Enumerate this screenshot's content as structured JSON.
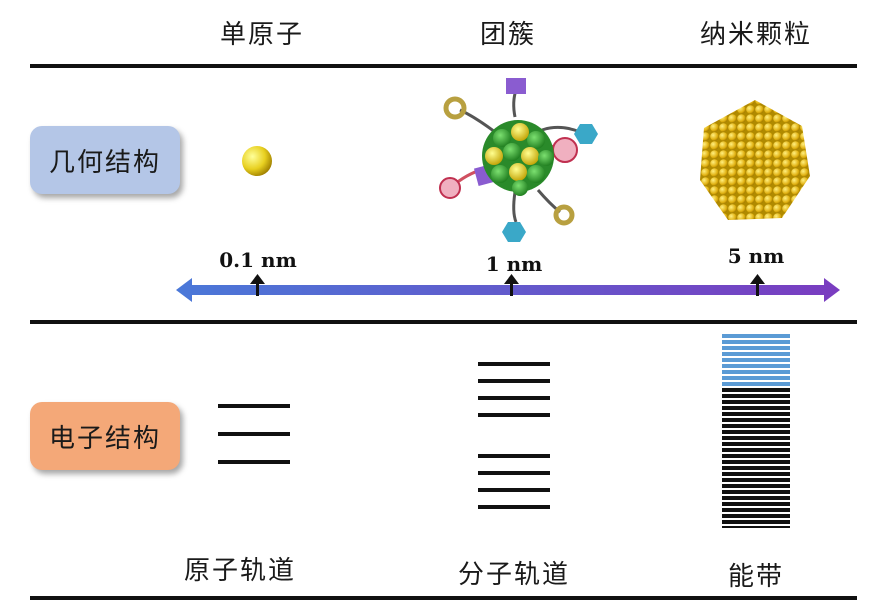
{
  "columns": {
    "single_atom": "单原子",
    "cluster": "团簇",
    "nanoparticle": "纳米颗粒"
  },
  "row_labels": {
    "geometry": "几何结构",
    "electronic": "电子结构"
  },
  "scale": {
    "atom": "0.1 nm",
    "cluster": "1 nm",
    "nanoparticle": "5 nm"
  },
  "orbitals": {
    "atomic": "原子轨道",
    "molecular": "分子轨道",
    "band": "能带"
  },
  "colors": {
    "geometry_tag": "#b4c6e7",
    "electronic_tag": "#f4a878",
    "arrow_start": "#4a78d8",
    "arrow_end": "#7a3cc0",
    "band_empty": "#5b9bd5",
    "band_filled": "#111111",
    "gold": "#e8c020"
  },
  "icons": [
    "atom-sphere-icon",
    "ligand-cluster-icon",
    "nanoparticle-icon",
    "scale-arrow-icon"
  ]
}
